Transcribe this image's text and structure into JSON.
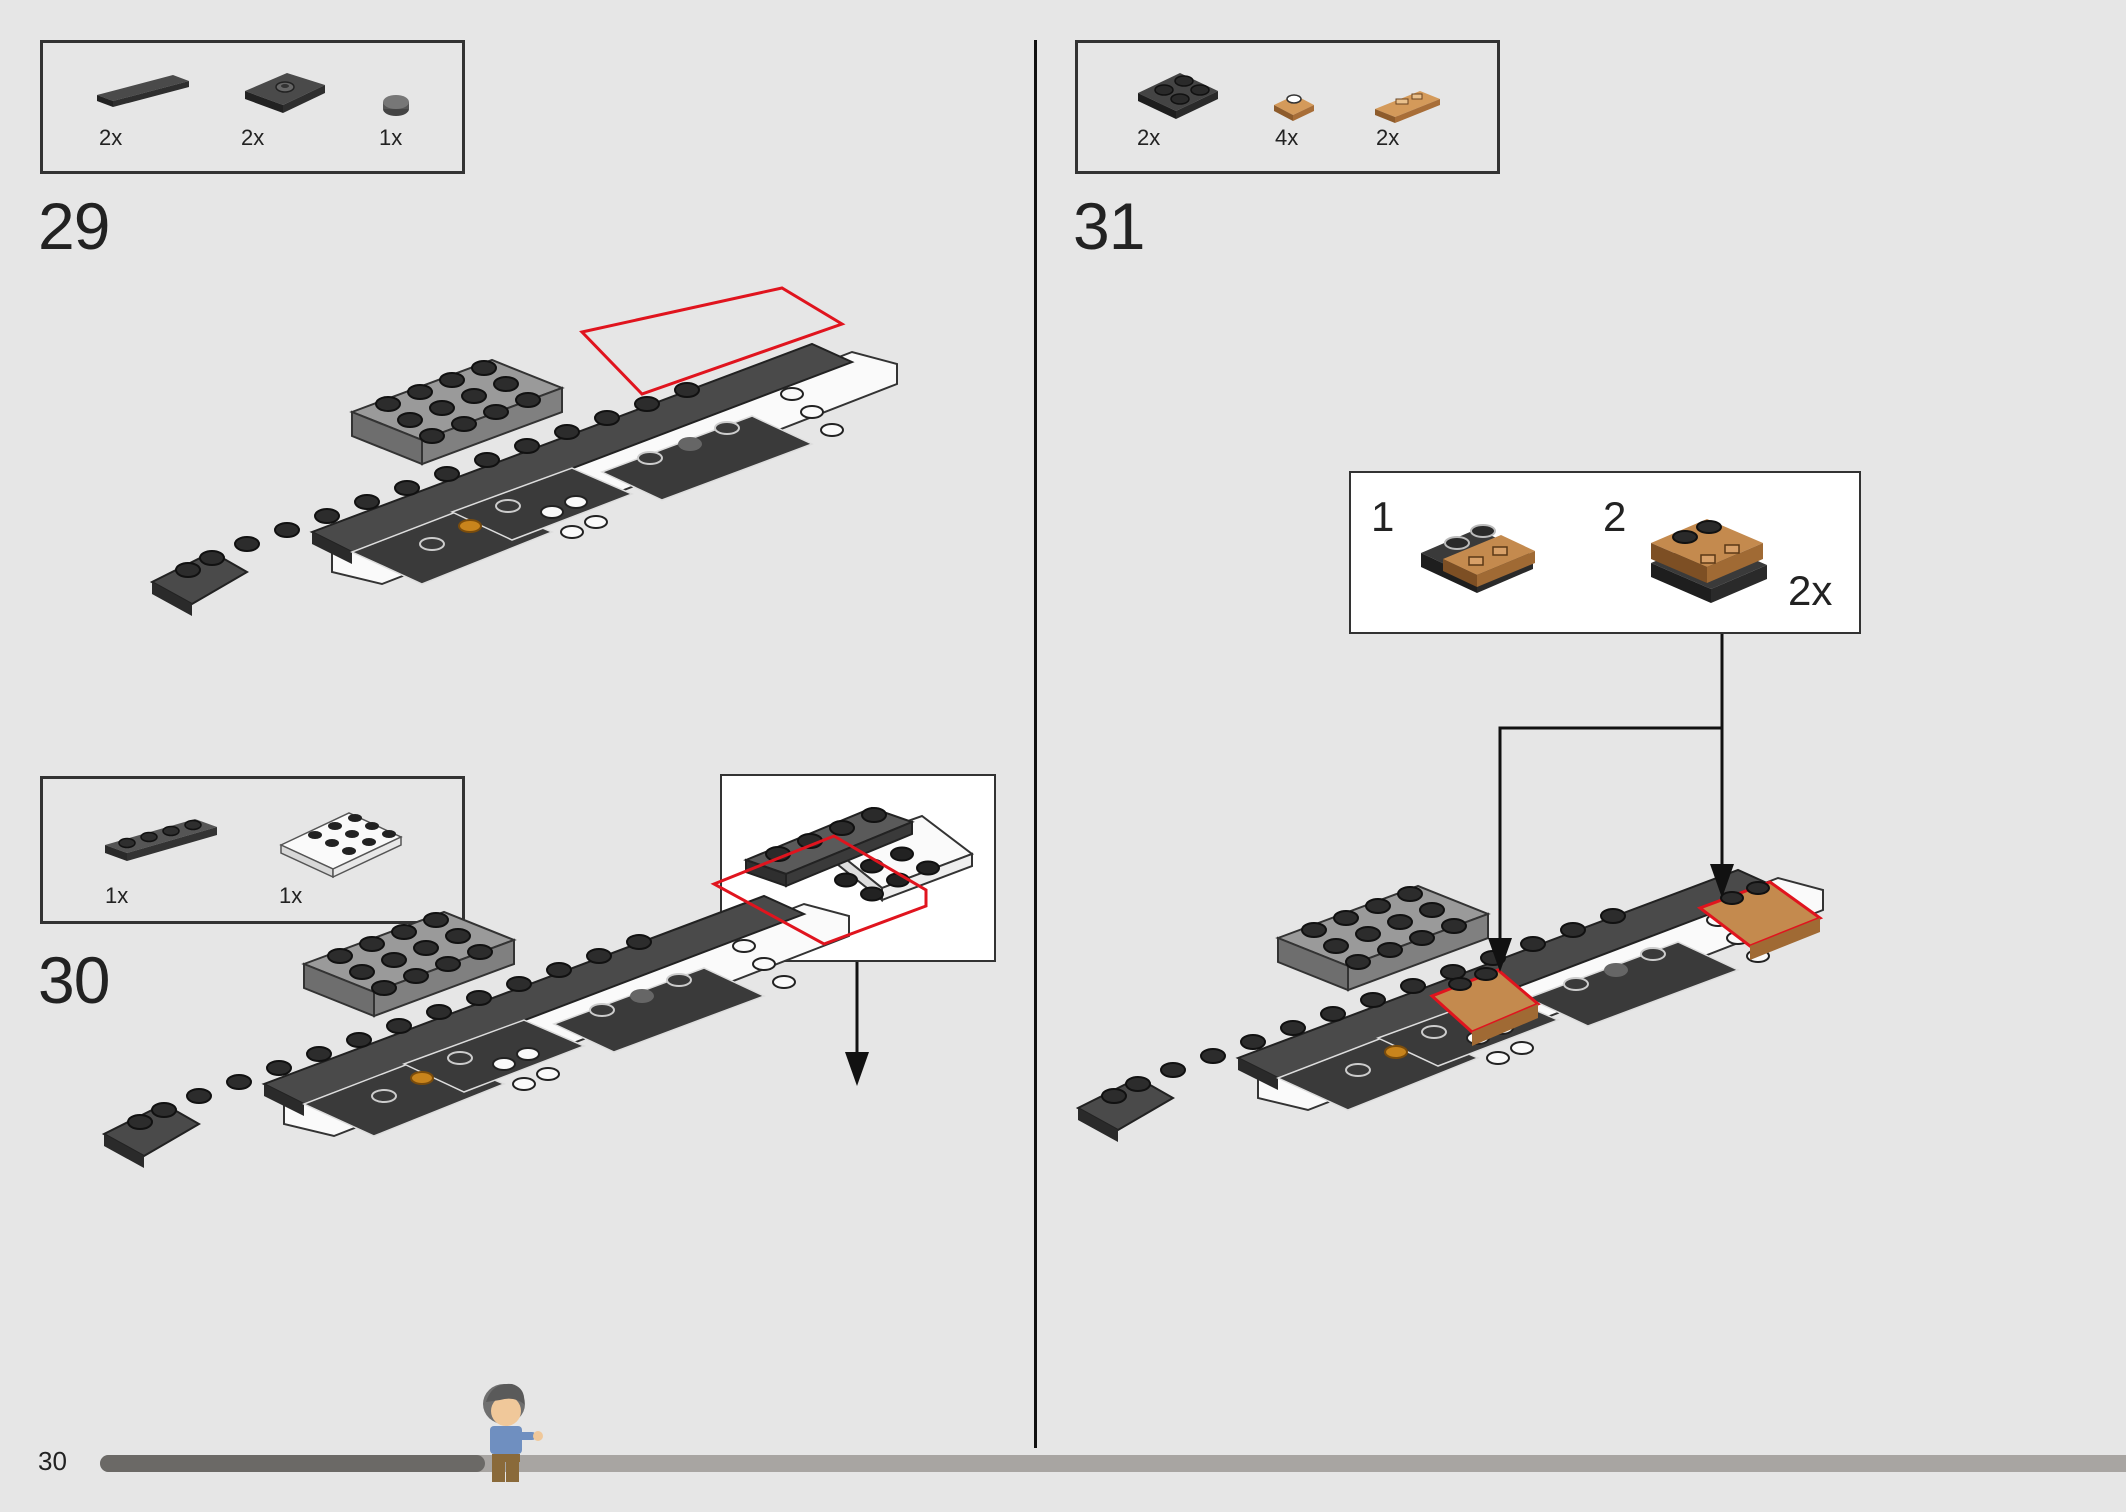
{
  "page": {
    "number": "30"
  },
  "progress": {
    "fraction": 0.19
  },
  "steps": [
    {
      "number": "29",
      "parts": [
        {
          "qty": "2x",
          "icon": "dark-tile-1x4"
        },
        {
          "qty": "2x",
          "icon": "dark-plate-2x2-jumper"
        },
        {
          "qty": "1x",
          "icon": "round-tile-1x1"
        }
      ]
    },
    {
      "number": "30",
      "parts": [
        {
          "qty": "1x",
          "icon": "dark-plate-1x4"
        },
        {
          "qty": "1x",
          "icon": "white-plate-3x3"
        }
      ]
    },
    {
      "number": "31",
      "parts": [
        {
          "qty": "2x",
          "icon": "dark-plate-2x2"
        },
        {
          "qty": "4x",
          "icon": "tan-plate-1x1-clip"
        },
        {
          "qty": "2x",
          "icon": "tan-plate-1x2-rail"
        }
      ],
      "sub_steps": [
        {
          "label": "1"
        },
        {
          "label": "2"
        }
      ],
      "sub_multiplier": "2x"
    }
  ],
  "colors": {
    "background": "#e6e6e6",
    "dark_brick": "#3a3a3a",
    "light_grey": "#9a9a9a",
    "white_brick": "#ffffff",
    "tan": "#c48a4e",
    "highlight": "#e0141e"
  }
}
